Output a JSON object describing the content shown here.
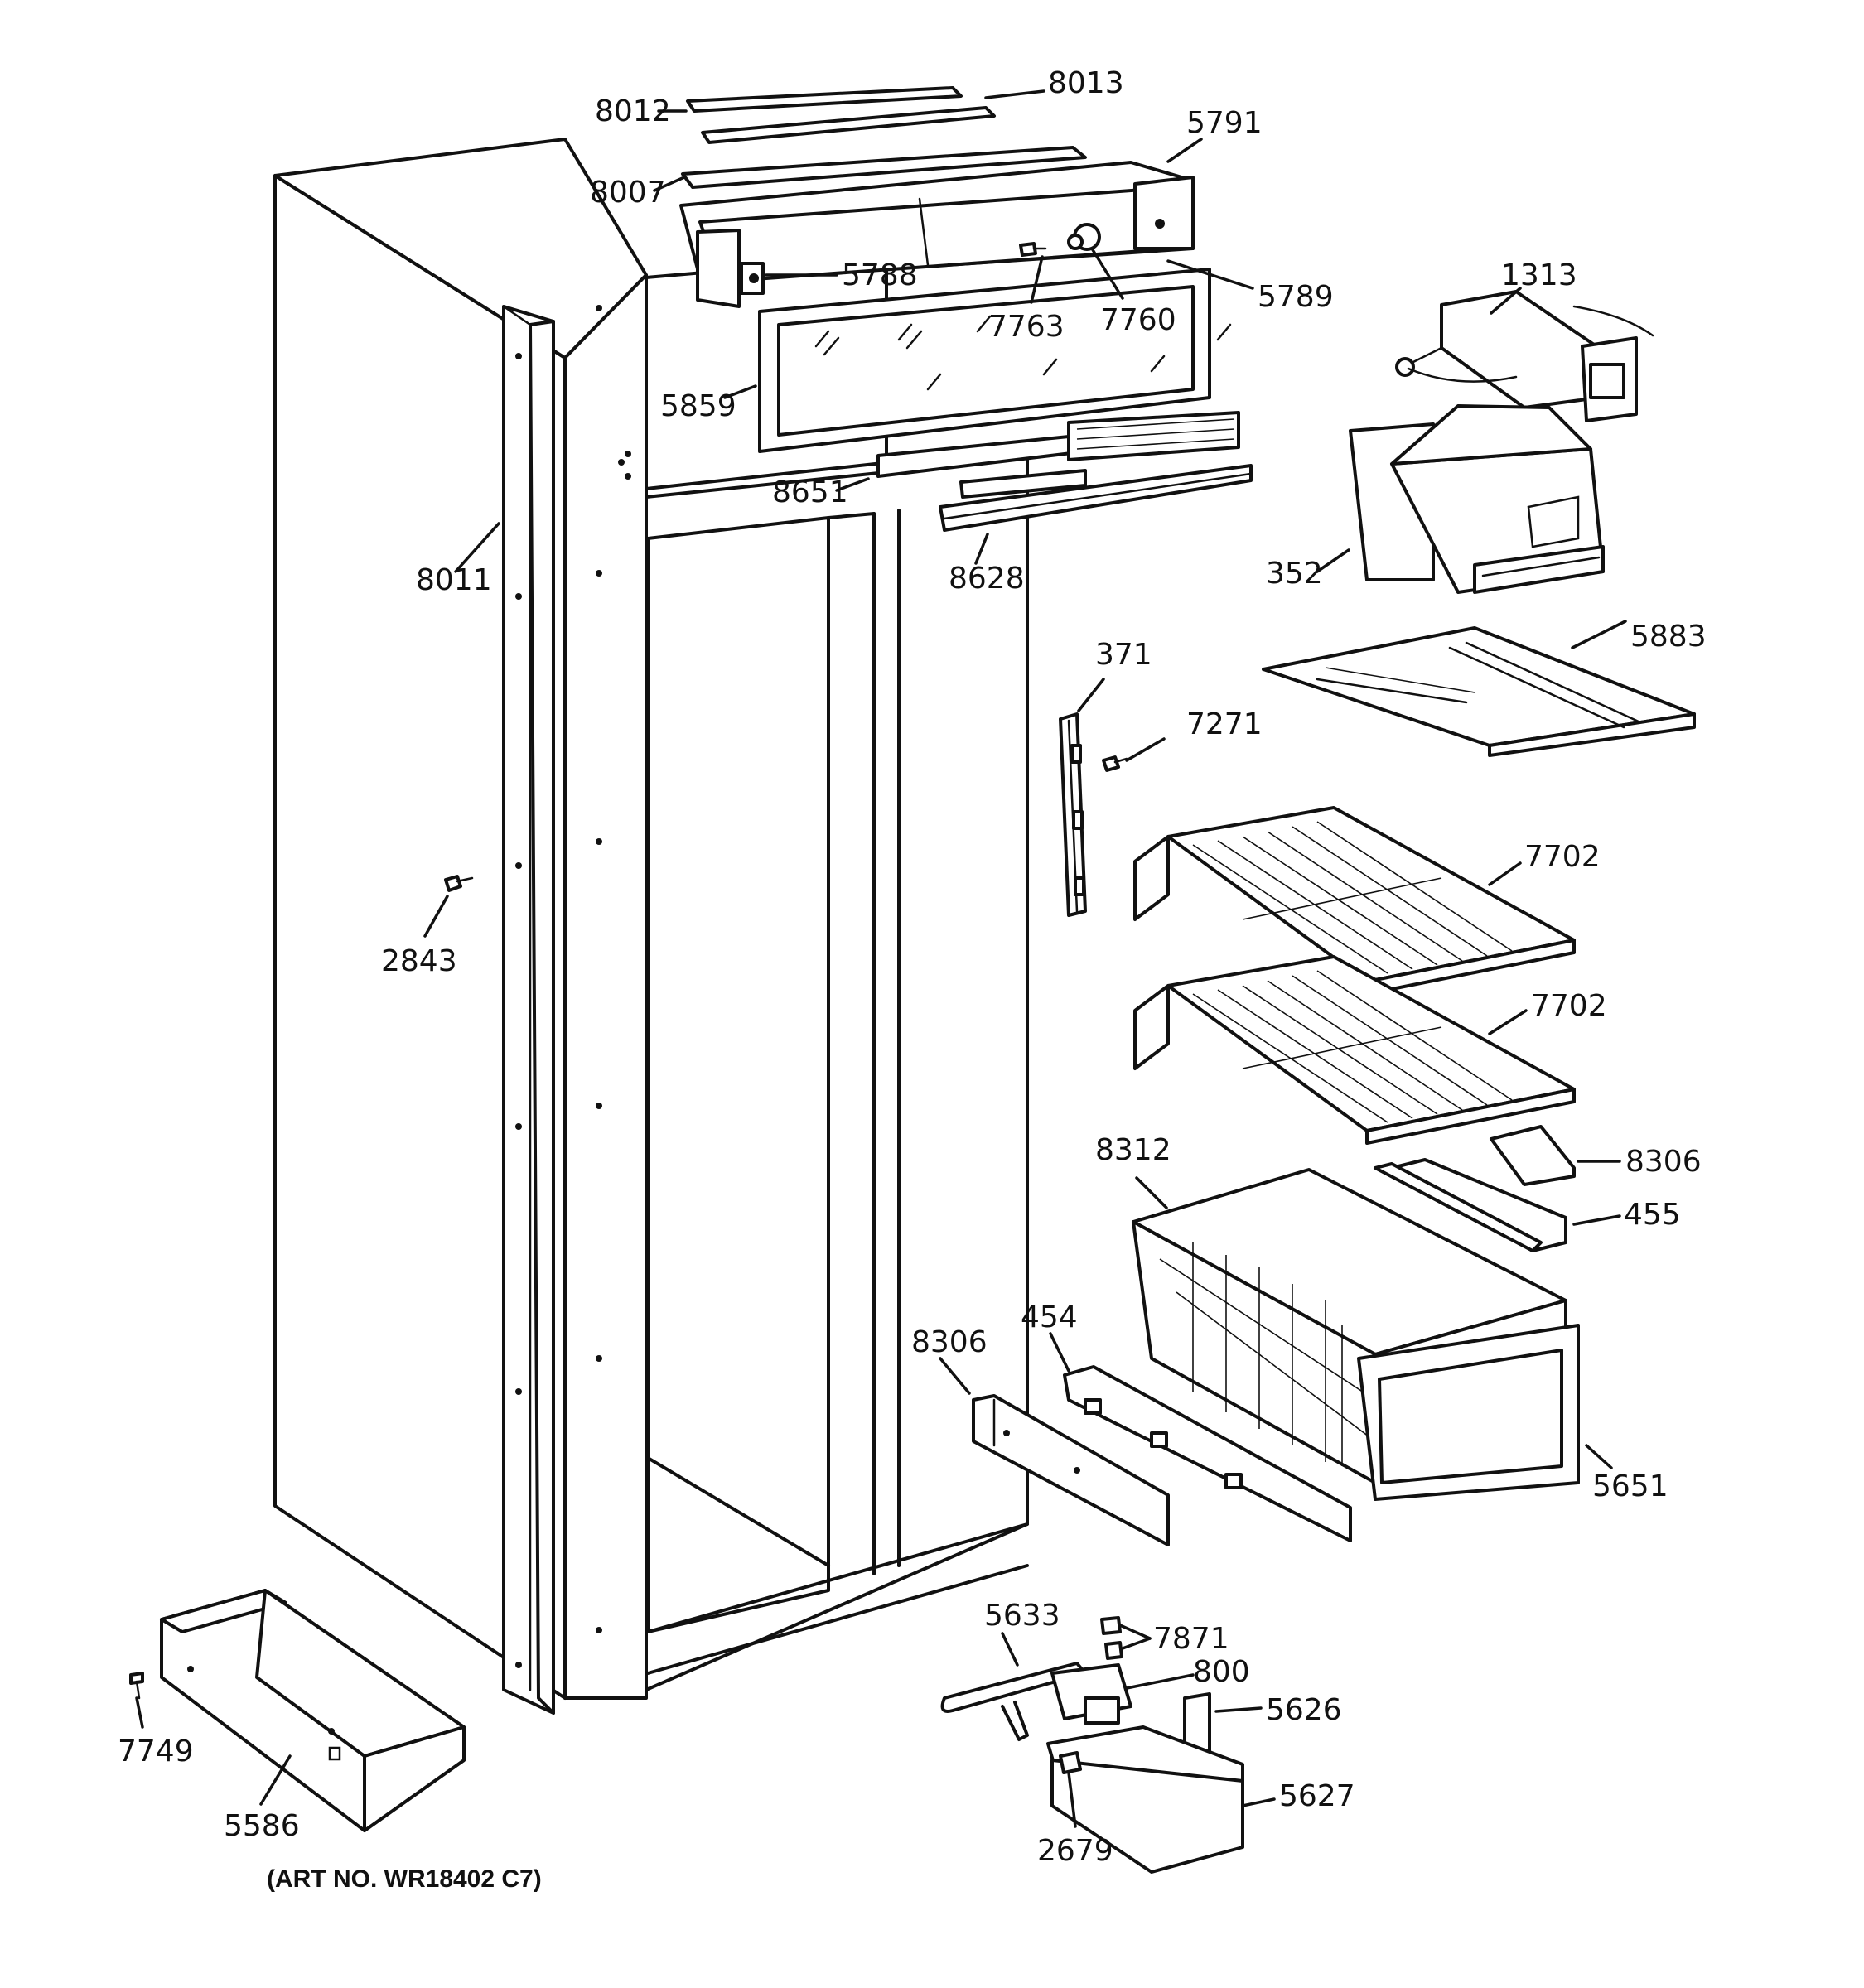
{
  "art_number": "(ART NO. WR18402 C7)",
  "callouts": {
    "p8012": "8012",
    "p8013": "8013",
    "p5791": "5791",
    "p8007": "8007",
    "p5788": "5788",
    "p5789": "5789",
    "p7763": "7763",
    "p7760": "7760",
    "p1313": "1313",
    "p5859": "5859",
    "p8651": "8651",
    "p8628": "8628",
    "p8011": "8011",
    "p352": "352",
    "p371": "371",
    "p5883": "5883",
    "p7271": "7271",
    "p7702a": "7702",
    "p7702b": "7702",
    "p2843": "2843",
    "p8312": "8312",
    "p8306a": "8306",
    "p455": "455",
    "p8306b": "8306",
    "p454": "454",
    "p5651": "5651",
    "p5633": "5633",
    "p7871": "7871",
    "p800": "800",
    "p5626": "5626",
    "p5627": "5627",
    "p2679": "2679",
    "p7749": "7749",
    "p5586": "5586"
  }
}
